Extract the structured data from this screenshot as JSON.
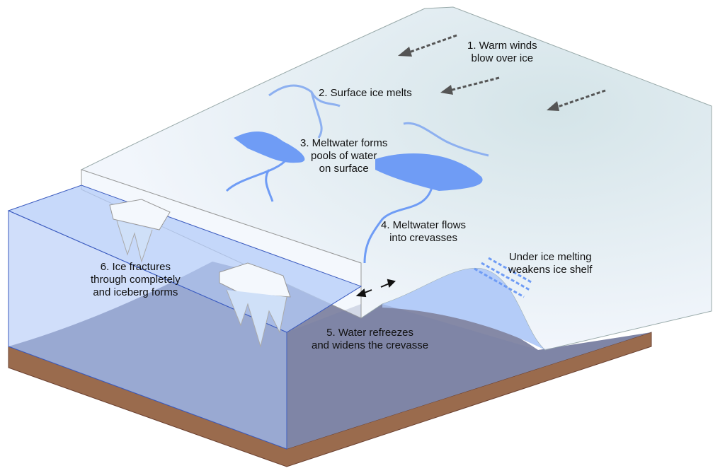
{
  "title": "Ice shelf collapse processes",
  "colors": {
    "ice_top": "#eef4fb",
    "ice_shade": "#d8e6ec",
    "ice_face": "#f4f8fd",
    "water_top": "#b4ccf8",
    "water_front": "#a9c3f6",
    "seafloor": "#8589a6",
    "soil": "#9a6b4d",
    "meltwater": "#6f9cf5",
    "arrow": "#555555"
  },
  "labels": {
    "l1": [
      "1. Warm winds",
      "blow over ice"
    ],
    "l2": [
      "2. Surface ice melts"
    ],
    "l3": [
      "3. Meltwater forms",
      "pools of water",
      "on surface"
    ],
    "l4": [
      "4. Meltwater flows",
      "into crevasses"
    ],
    "l5": [
      "5. Water refreezes",
      "and widens the crevasse"
    ],
    "l6": [
      "6. Ice fractures",
      "through completely",
      "and iceberg forms"
    ],
    "l7": [
      "Under ice melting",
      "weakens ice shelf"
    ]
  }
}
